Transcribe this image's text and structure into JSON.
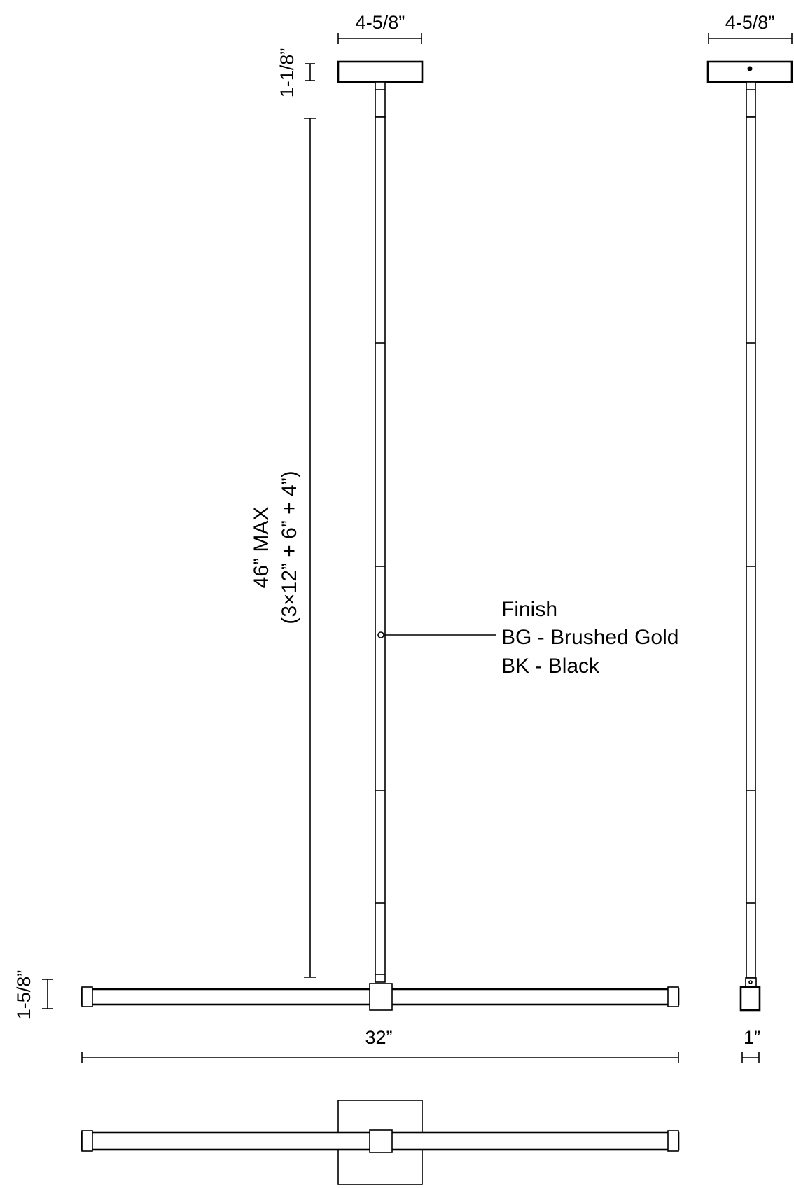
{
  "front_view": {
    "canopy_width": "4-5/8”",
    "canopy_height": "1-1/8”",
    "drop_length": "46” MAX",
    "drop_composition": "(3×12” + 6” + 4”)",
    "bar_height": "1-5/8”",
    "bar_length": "32”"
  },
  "side_view": {
    "canopy_width": "4-5/8”",
    "bar_depth": "1”"
  },
  "callout": {
    "title": "Finish",
    "options": [
      "BG - Brushed Gold",
      "BK - Black"
    ]
  }
}
